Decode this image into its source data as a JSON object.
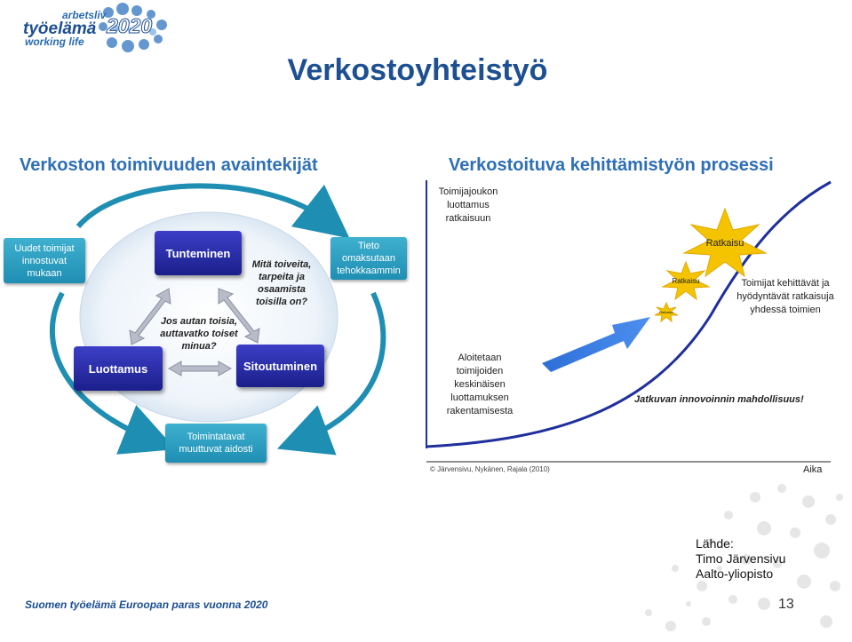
{
  "logo": {
    "line1": "arbetsliv",
    "line2": "työelämä",
    "line3": "working life",
    "year": "2020"
  },
  "slide_title": "Verkostoyhteistyö",
  "left_panel": {
    "heading": "Verkoston toimivuuden avaintekijät",
    "cyan_boxes": {
      "top_left": "Uudet toimijat innostuvat mukaan",
      "top_right": "Tieto omaksutaan tehokkaammin",
      "bottom": "Toimintatavat muuttuvat aidosti"
    },
    "navy_boxes": {
      "tunteminen": "Tunteminen",
      "luottamus": "Luottamus",
      "sitoutuminen": "Sitoutuminen"
    },
    "questions": {
      "q1": "Mitä toiveita, tarpeita ja osaamista toisilla on?",
      "q2": "Jos autan toisia, auttavatko toiset minua?"
    }
  },
  "right_panel": {
    "heading": "Verkostoituva kehittämistyön prosessi",
    "y_axis_label": "Toimijajoukon luottamus ratkaisuun",
    "x_axis_label": "Aika",
    "bursts": [
      "Ratkaisu",
      "Ratkaisu",
      "Ratkaisu"
    ],
    "annotation_start": "Aloitetaan toimijoiden keskinäisen luottamuksen rakentamisesta",
    "annotation_end": "Toimijat kehittävät ja hyödyntävät ratkaisuja yhdessä toimien",
    "tagline": "Jatkuvan innovoinnin mahdollisuus!",
    "copyright": "© Järvensivu, Nykänen, Rajala (2010)"
  },
  "source": {
    "label": "Lähde:",
    "author": "Timo Järvensivu",
    "org": "Aalto-yliopisto"
  },
  "footer": "Suomen työelämä Euroopan paras vuonna 2020",
  "page_number": "13",
  "colors": {
    "title": "#1d4f91",
    "heading": "#2e6fb6",
    "cyan_box": "#2a9fc4",
    "navy_box": "#23278f",
    "burst": "#f5c400",
    "curve": "#1f2f9c"
  }
}
